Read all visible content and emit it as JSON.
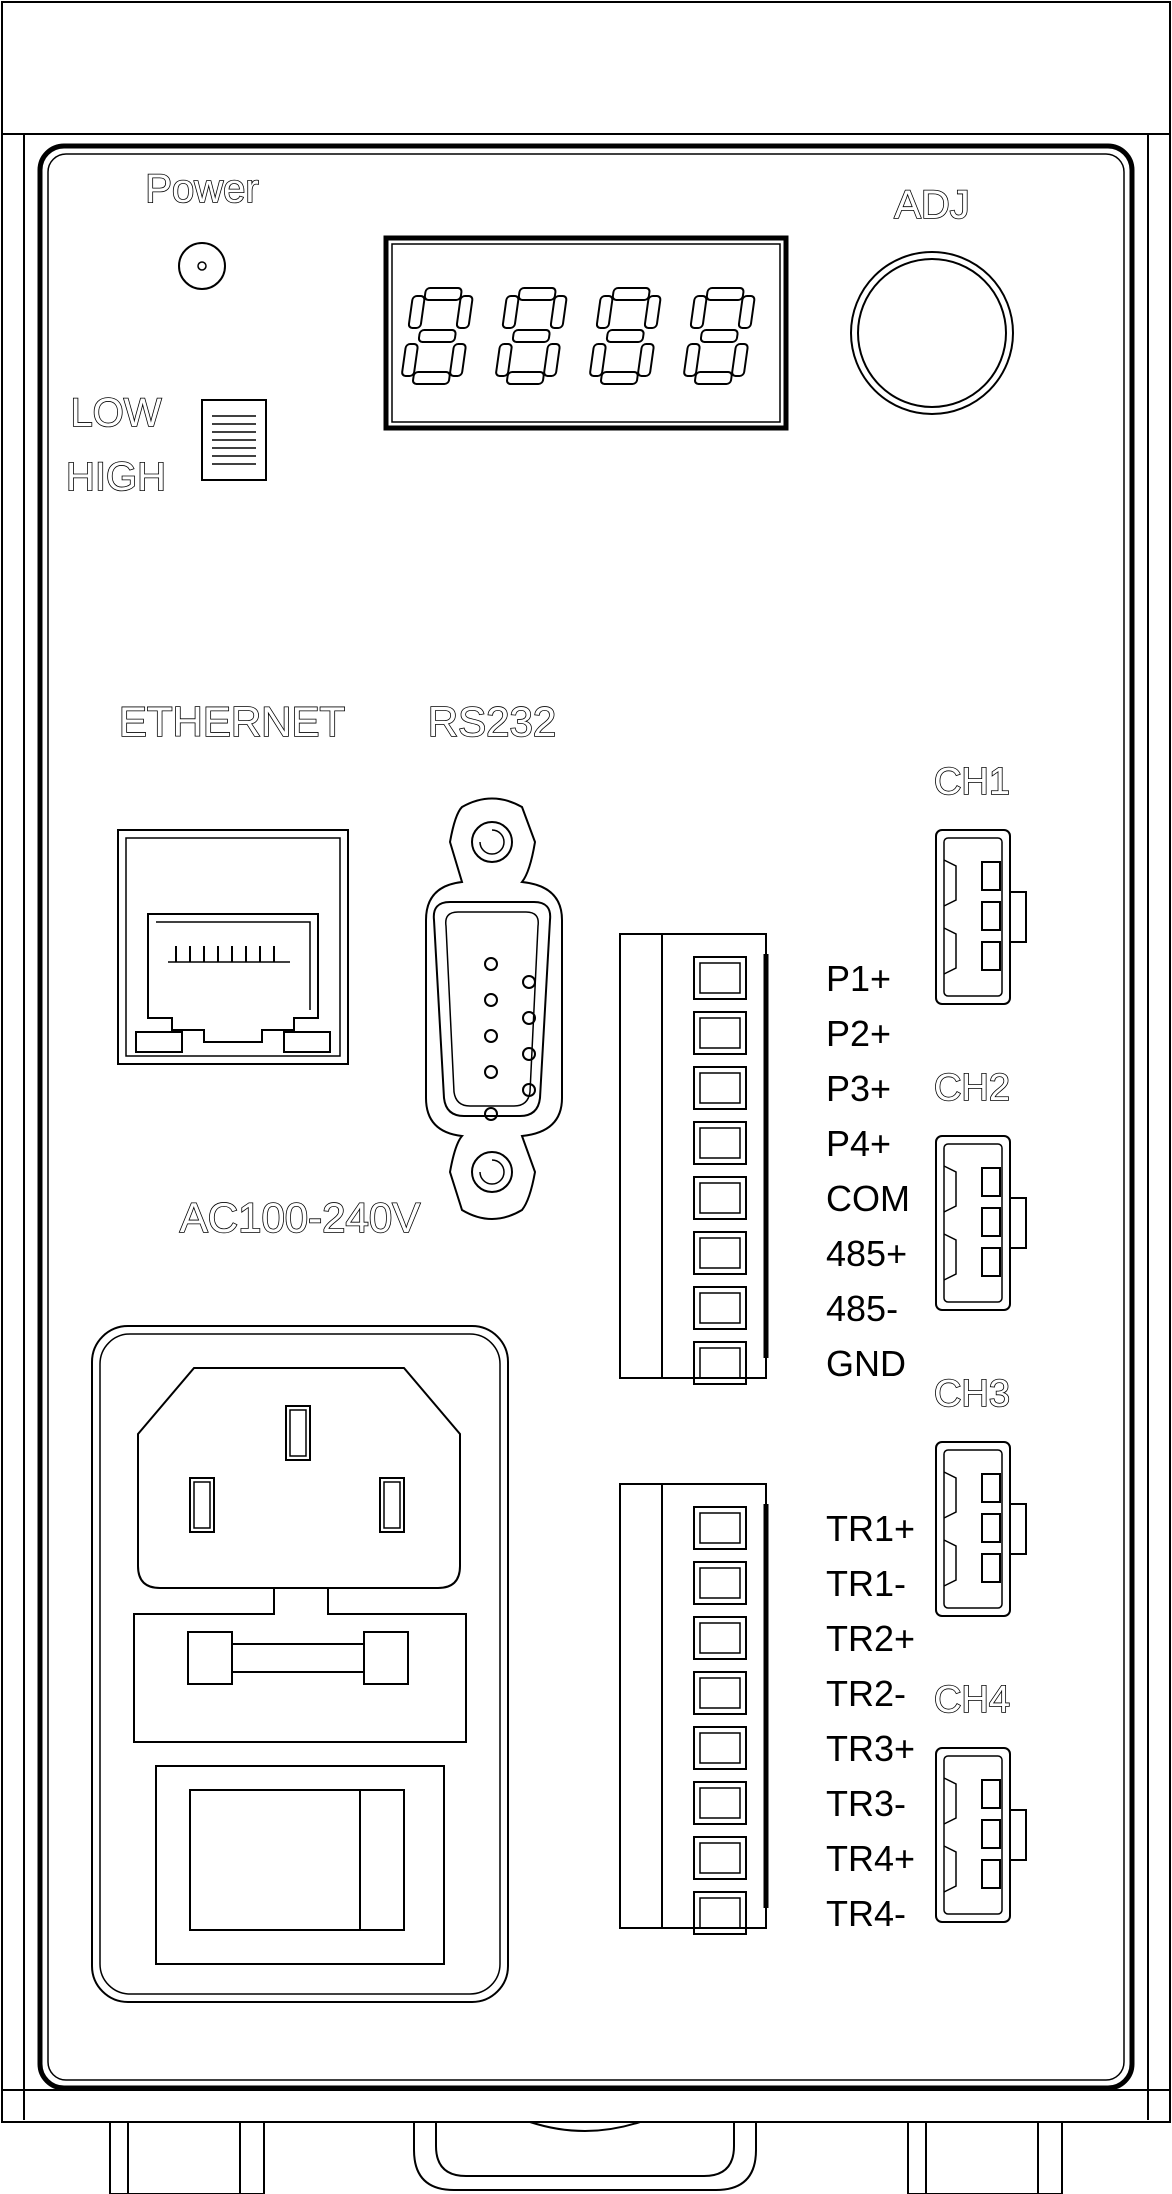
{
  "labels": {
    "power": "Power",
    "low": "LOW",
    "high": "HIGH",
    "adj": "ADJ",
    "ethernet": "ETHERNET",
    "rs232": "RS232",
    "ac": "AC100-240V",
    "ch1": "CH1",
    "ch2": "CH2",
    "ch3": "CH3",
    "ch4": "CH4"
  },
  "terminal_block_1": [
    "P1+",
    "P2+",
    "P3+",
    "P4+",
    "COM",
    "485+",
    "485-",
    "GND"
  ],
  "terminal_block_2": [
    "TR1+",
    "TR1-",
    "TR2+",
    "TR2-",
    "TR3+",
    "TR3-",
    "TR4+",
    "TR4-"
  ],
  "display": {
    "digits": 4,
    "segments_shown": "all"
  },
  "colors": {
    "line": "#000000",
    "background": "#ffffff"
  }
}
